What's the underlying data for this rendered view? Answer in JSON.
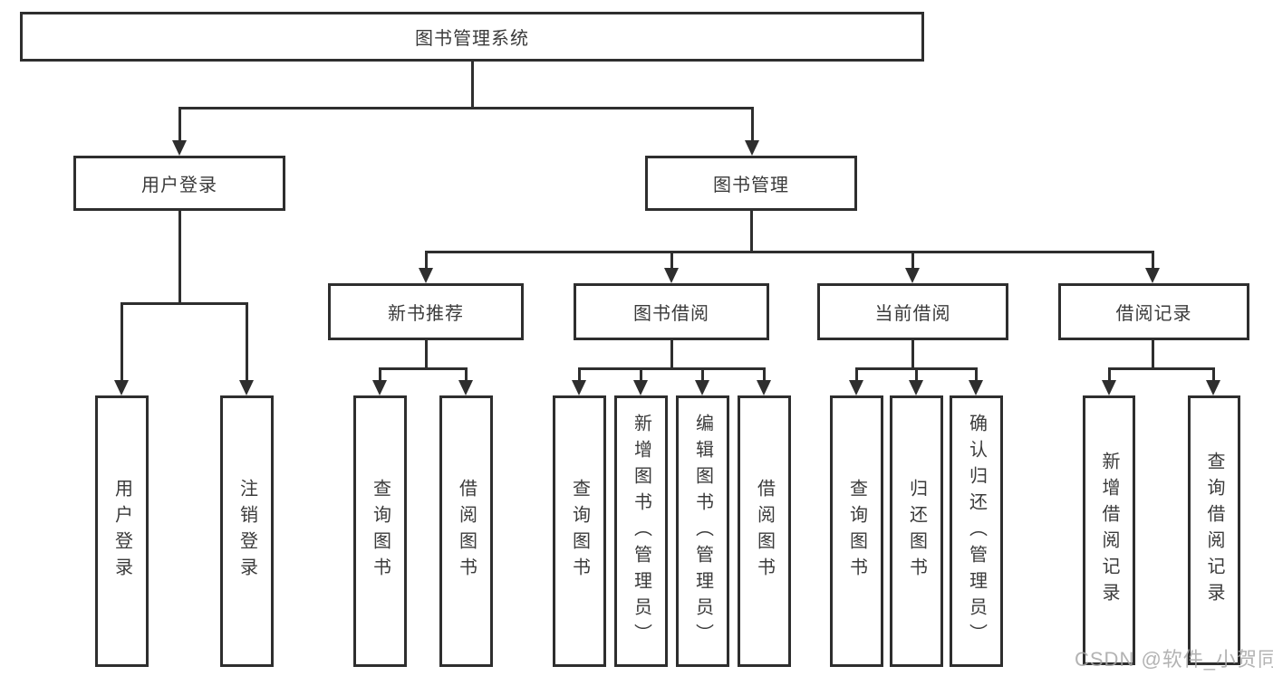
{
  "diagram": {
    "title": "图书管理系统",
    "branches": [
      {
        "label": "用户登录",
        "children": [
          "用户登录",
          "注销登录"
        ]
      },
      {
        "label": "图书管理",
        "children": [
          {
            "label": "新书推荐",
            "children": [
              "查询图书",
              "借阅图书"
            ]
          },
          {
            "label": "图书借阅",
            "children": [
              "查询图书",
              "新增图书（管理员）",
              "编辑图书（管理员）",
              "借阅图书"
            ]
          },
          {
            "label": "当前借阅",
            "children": [
              "查询图书",
              "归还图书",
              "确认归还（管理员）"
            ]
          },
          {
            "label": "借阅记录",
            "children": [
              "新增借阅记录",
              "查询借阅记录"
            ]
          }
        ]
      }
    ],
    "watermark": "CSDN @软件_小贺同学",
    "colors": {
      "line": "#2e2e2e",
      "text": "#3b3b3b",
      "watermark": "#a6a6a6",
      "background": "#ffffff"
    }
  }
}
